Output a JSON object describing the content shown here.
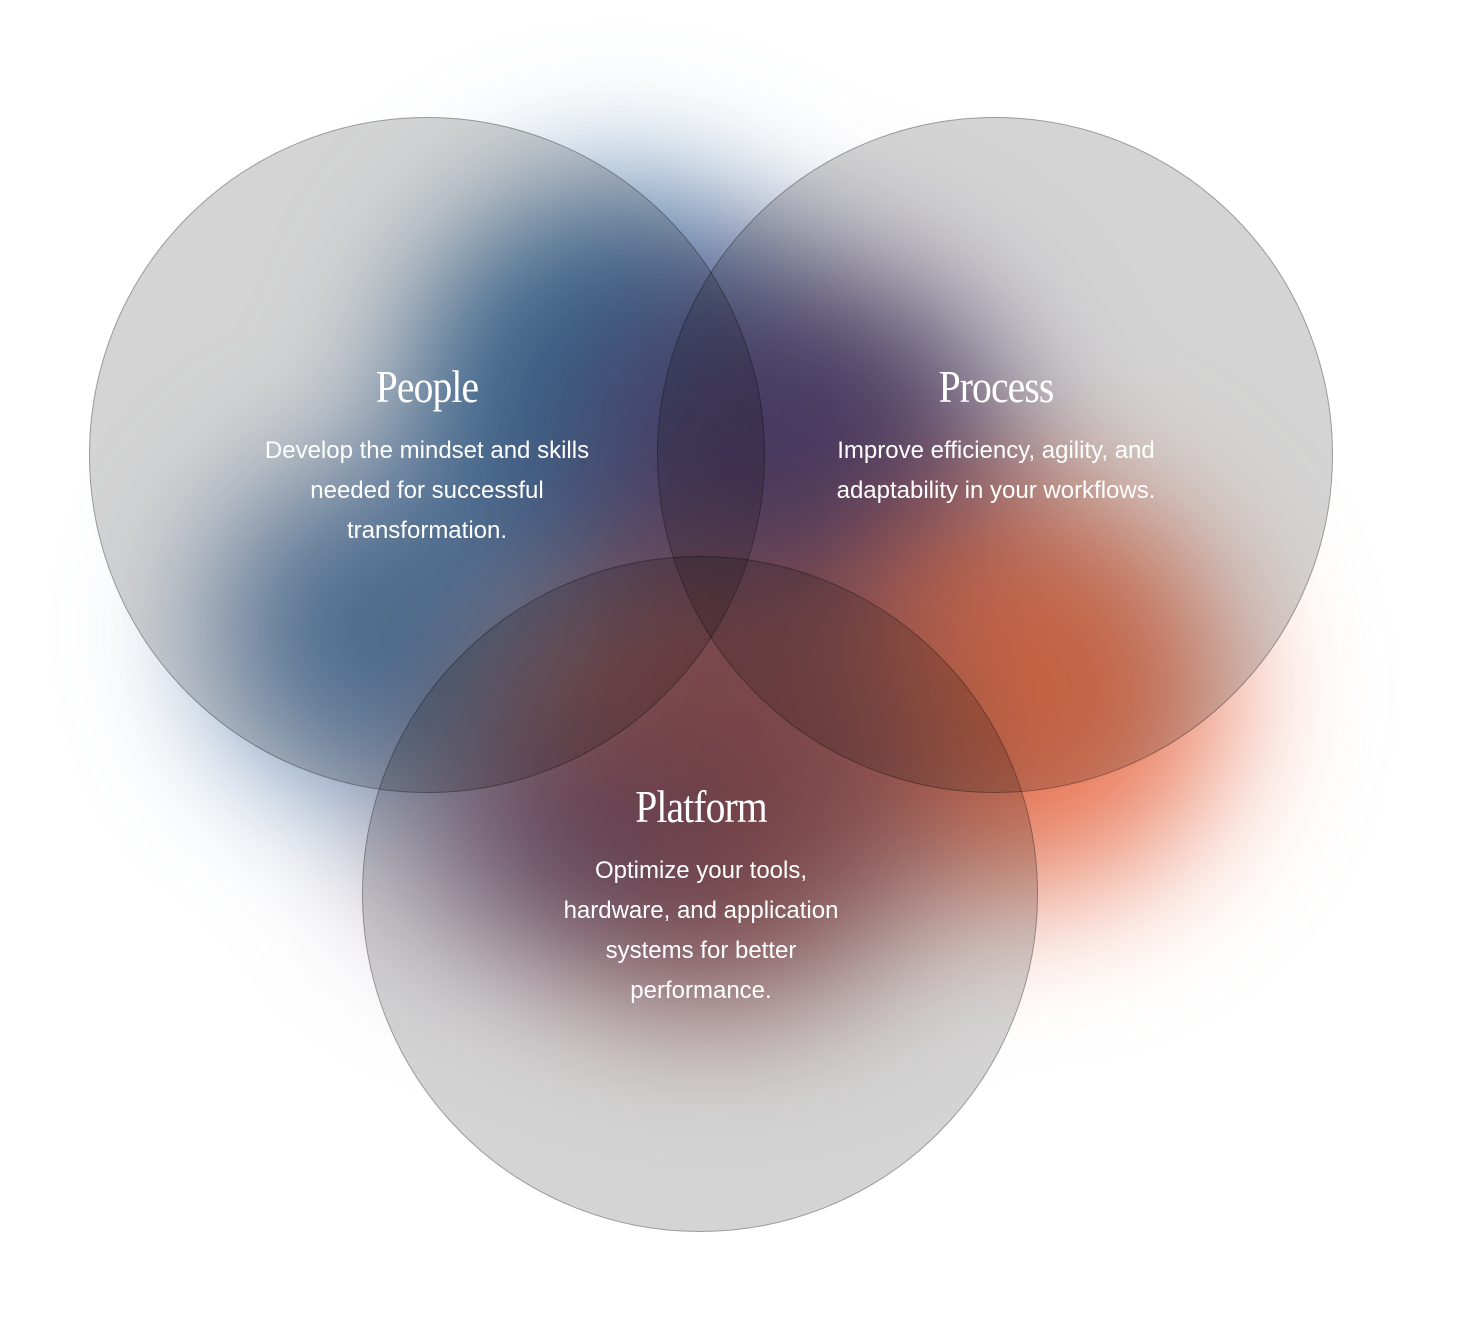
{
  "diagram": {
    "sets": [
      {
        "title": "People",
        "description": "Develop the mindset and skills needed for successful transformation."
      },
      {
        "title": "Process",
        "description": "Improve efficiency, agility, and adaptability in your workflows."
      },
      {
        "title": "Platform",
        "description": "Optimize your tools, hardware, and application systems for better performance."
      }
    ],
    "colors": {
      "circle_fill": "#d4d4d4",
      "blue": "#3f6f9e",
      "purple": "#4a3d6e",
      "orange": "#f07448",
      "text": "#ffffff"
    }
  }
}
